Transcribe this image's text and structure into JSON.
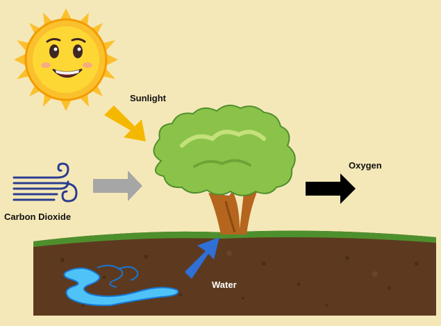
{
  "labels": {
    "sunlight": "Sunlight",
    "carbon_dioxide": "Carbon Dioxide",
    "oxygen": "Oxygen",
    "water": "Water"
  },
  "colors": {
    "background": "#f5e8b8",
    "sun": "#fbc02d",
    "sunlight_arrow": "#f5b800",
    "co2_arrow": "#a6a6a6",
    "oxygen_arrow": "#000000",
    "water_arrow": "#2f6fd6",
    "foliage": "#8bc34a",
    "trunk": "#b5651d",
    "soil": "#5d3a1f",
    "grass": "#4caf50",
    "water_pool": "#4fc3f7"
  },
  "icons": [
    "sun-icon",
    "wind-icon",
    "tree-icon",
    "water-pool-icon"
  ]
}
